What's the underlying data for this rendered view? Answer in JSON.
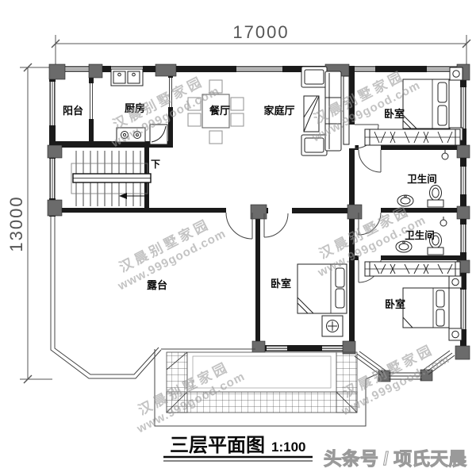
{
  "plan": {
    "dim_top": "17000",
    "dim_left": "13000",
    "rooms": {
      "balcony": "阳台",
      "kitchen": "厨房",
      "dining": "餐厅",
      "family_hall": "家庭厅",
      "bedroom_top_right": "卧室",
      "bathroom_upper": "卫生间",
      "bathroom_lower": "卫生间",
      "bedroom_bottom_right": "卧室",
      "bedroom_bottom_center": "卧室",
      "terrace": "露台",
      "stair_down": "下"
    }
  },
  "watermark": {
    "line1": "汉晨别墅家园",
    "line2": "www.999good.com"
  },
  "title": {
    "name": "三层平面图",
    "scale": "1:100"
  },
  "footer": {
    "byline": "头条号 / 项氏天晨"
  },
  "colors": {
    "wall": "#1a1a1a",
    "pier": "#6b6b6b",
    "thin_line": "#555555",
    "watermark": "#999999"
  }
}
